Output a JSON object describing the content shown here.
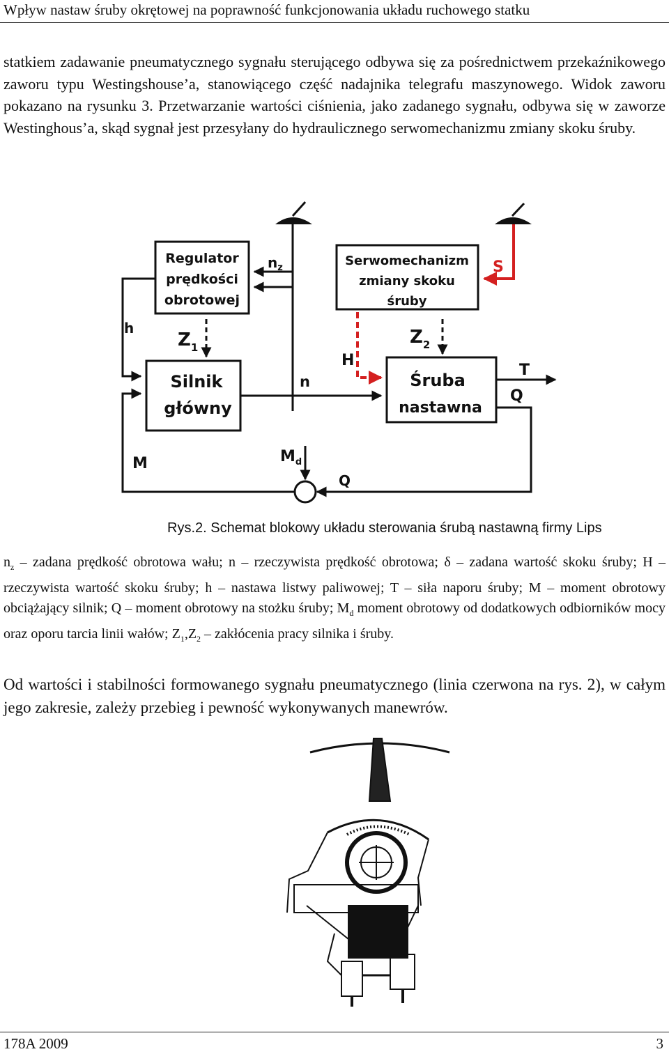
{
  "header": {
    "title": "Wpływ nastaw śruby okrętowej na poprawność funkcjonowania układu ruchowego statku"
  },
  "body": {
    "paragraph1": "statkiem zadawanie pneumatycznego sygnału sterującego odbywa się za pośrednictwem przekaźnikowego zaworu typu Westingshouse’a, stanowiącego część nadajnika telegrafu maszynowego. Widok zaworu pokazano na rysunku 3. Przetwarzanie wartości ciśnienia, jako zadanego sygnału, odbywa się w zaworze Westinghous’a, skąd sygnał jest przesyłany do hydraulicznego serwomechanizmu zmiany skoku śruby.",
    "paragraph2": "Od wartości i stabilności formowanego sygnału pneumatycznego (linia czerwona na rys. 2), w całym jego zakresie, zależy przebieg i pewność wykonywanych manewrów."
  },
  "figure2": {
    "caption": "Rys.2. Schemat blokowy układu sterowania śrubą nastawną firmy Lips",
    "blocks": {
      "regulator": [
        "Regulator",
        "prędkości",
        "obrotowej"
      ],
      "servo": [
        "Serwomechanizm",
        "zmiany skoku",
        "śruby"
      ],
      "engine": [
        "Silnik",
        "główny"
      ],
      "propeller": [
        "Śruba",
        "nastawna"
      ]
    },
    "labels": {
      "nz_main": "n",
      "nz_sub": "z",
      "s": "S",
      "h": "h",
      "z1_main": "Z",
      "z1_sub": "1",
      "z2_main": "Z",
      "z2_sub": "2",
      "H": "H",
      "n": "n",
      "T": "T",
      "Q_right": "Q",
      "M": "M",
      "md_main": "M",
      "md_sub": "d",
      "Q_bottom": "Q"
    },
    "colors": {
      "signal": "#d42020",
      "line": "#111111"
    }
  },
  "legend": {
    "l1_a": "n",
    "l1_a_sub": "z",
    "l1_b": " – zadana prędkość obrotowa wału; n – rzeczywista prędkość obrotowa; δ – zadana wartość skoku śruby; H – rzeczywista wartość skoku śruby; h – nastawa listwy paliwowej; T – siła naporu śruby; M – moment obrotowy obciążający silnik; Q – moment obrotowy na stożku śruby; M",
    "l1_b_sub": "d",
    "l1_c": " moment obrotowy od dodatkowych odbiorników mocy oraz oporu tarcia linii wałów; Z",
    "l1_c_sub": "1",
    "l1_d": ",Z",
    "l1_d_sub": "2",
    "l1_e": " – zakłócenia pracy silnika i śruby."
  },
  "footer": {
    "left": "178A 2009",
    "right": "3"
  }
}
